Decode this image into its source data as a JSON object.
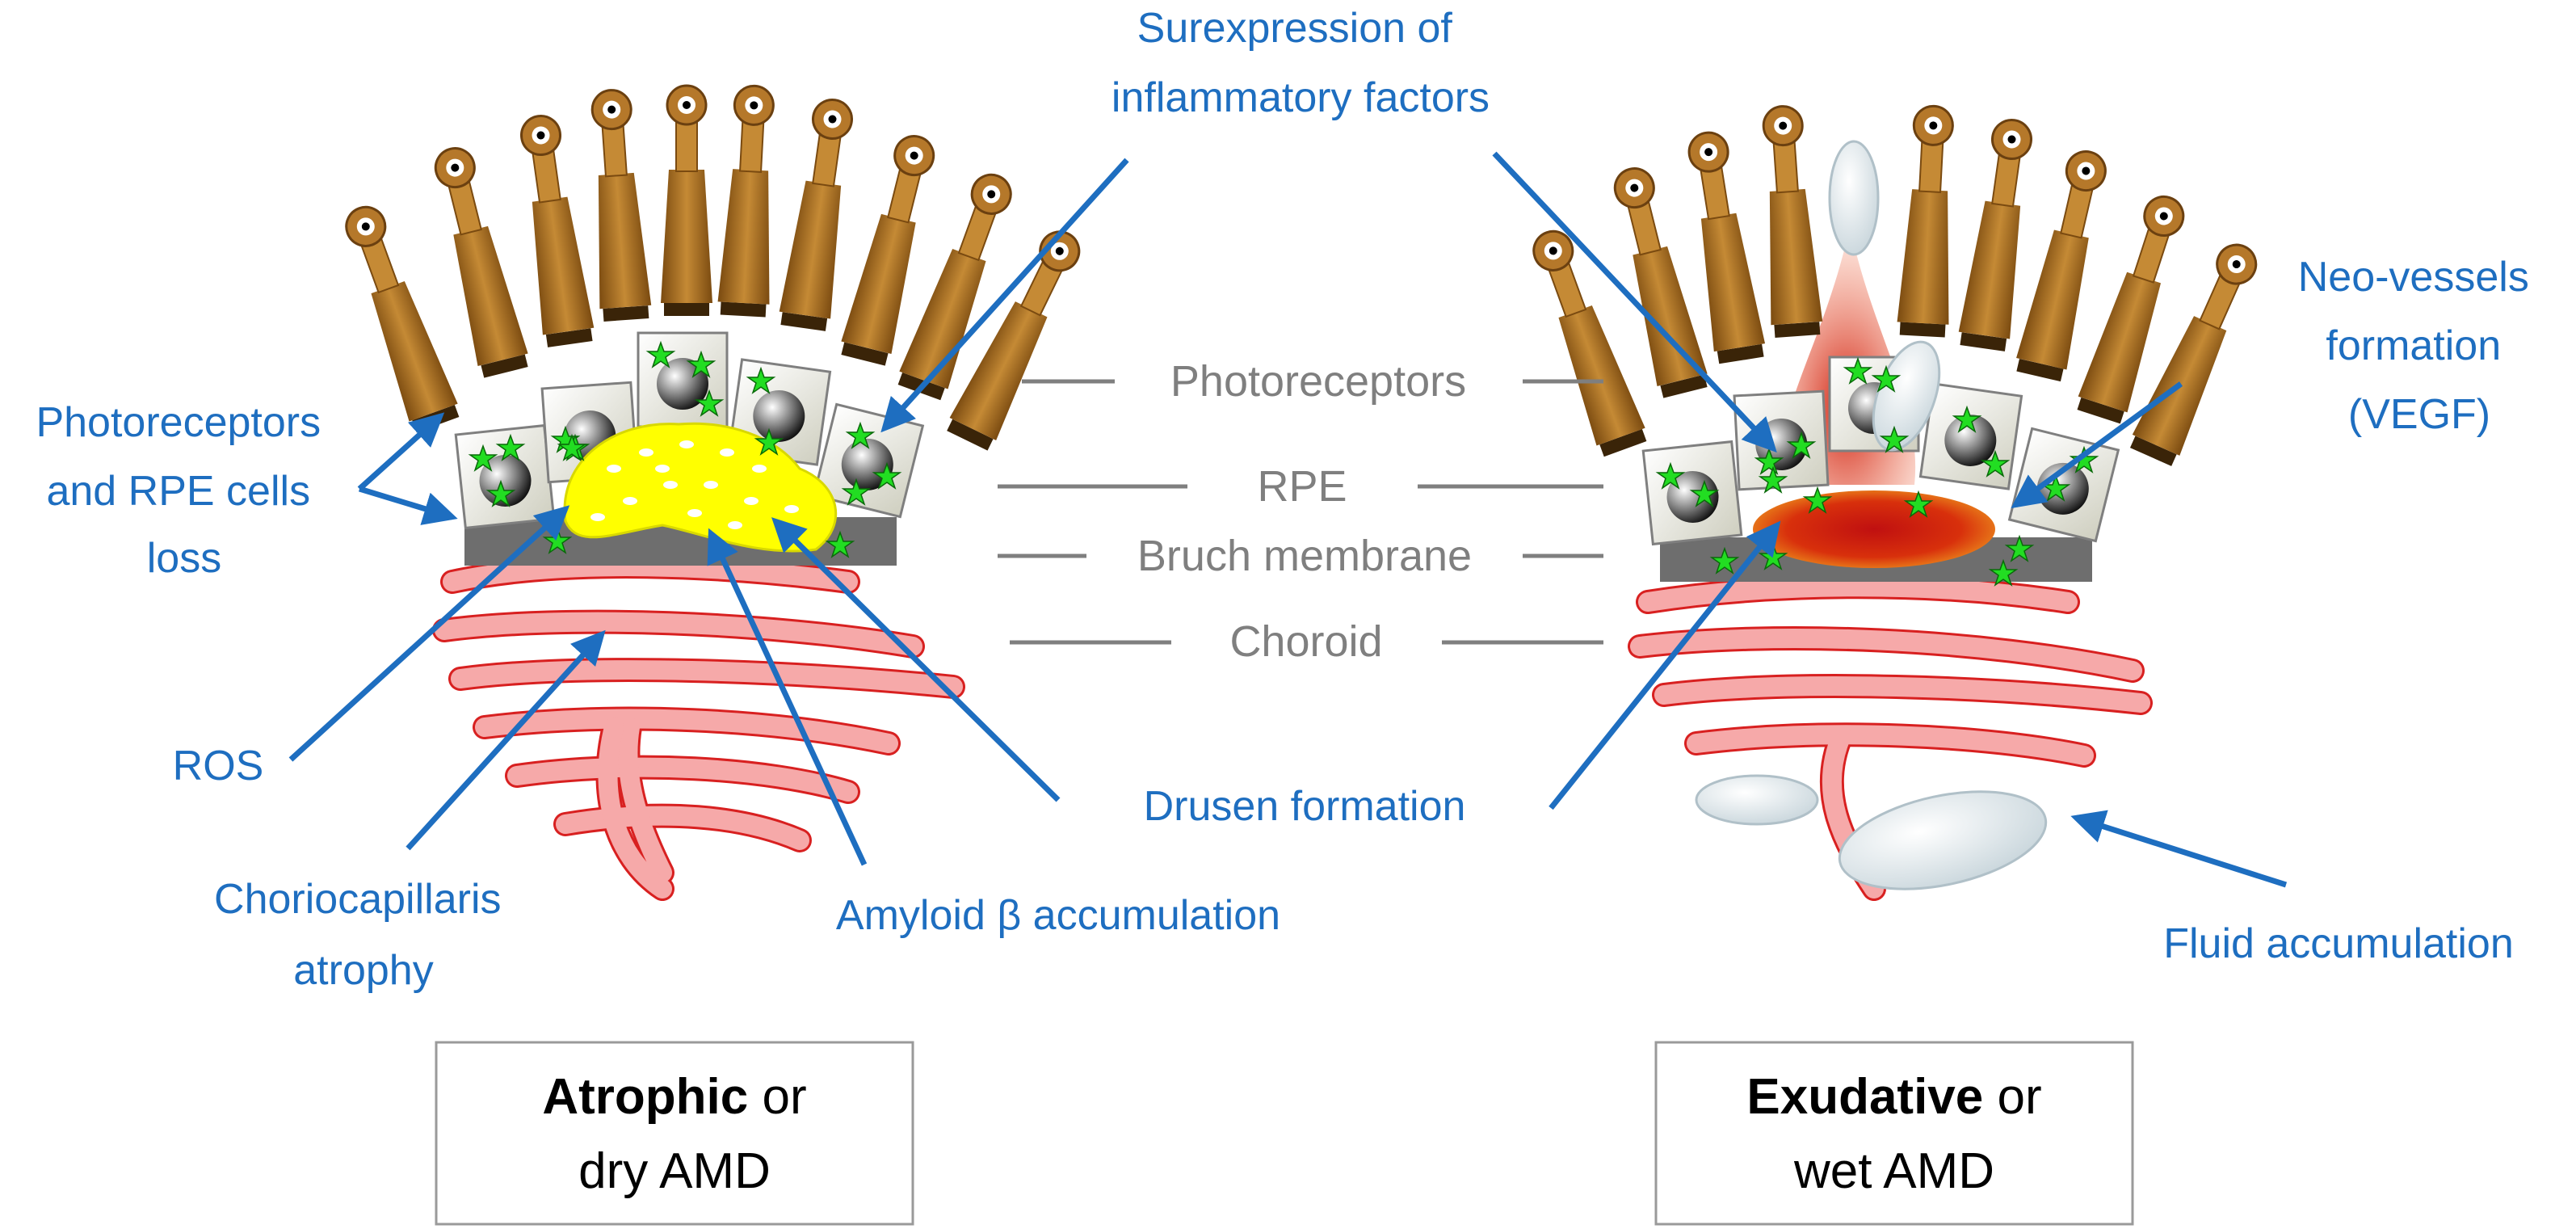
{
  "labels": {
    "surexpression": [
      "Surexpression of",
      "inflammatory factors"
    ],
    "pr_rpe_loss": [
      "Photoreceptors",
      "and RPE cells",
      "loss"
    ],
    "ros": "ROS",
    "choriocap": [
      "Choriocapillaris",
      "atrophy"
    ],
    "amyloid": "Amyloid β accumulation",
    "drusen": "Drusen formation",
    "neovessels": [
      "Neo-vessels",
      "formation",
      "(VEGF)"
    ],
    "fluid": "Fluid accumulation"
  },
  "layers": {
    "photoreceptors": "Photoreceptors",
    "rpe": "RPE",
    "bruch": "Bruch membrane",
    "choroid": "Choroid"
  },
  "boxes": {
    "dry": {
      "bold": "Atrophic",
      "rest": " or",
      "line2": "dry AMD"
    },
    "wet": {
      "bold": "Exudative",
      "rest": " or",
      "line2": "wet AMD"
    }
  },
  "colors": {
    "label_blue": "#1e6ec0",
    "layer_grey": "#7f7f7f",
    "photoreceptor_brown": "#b5782a",
    "drusen_yellow": "#ffff00",
    "vessel_pink": "#f4a6a6",
    "neovessel_red": "#d02010"
  }
}
